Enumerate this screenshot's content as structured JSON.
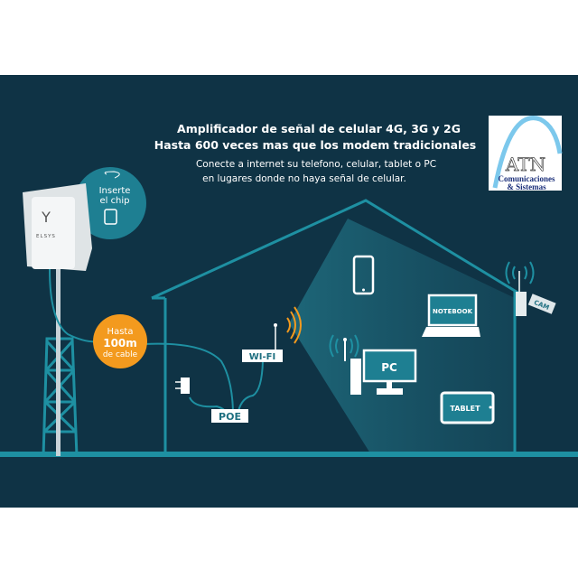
{
  "header": {
    "title_line1": "Amplificador de señal de celular 4G, 3G y 2G",
    "title_line2": "Hasta 600 veces mas que los modem tradicionales",
    "subtitle_line1": "Conecte a internet su telefono, celular, tablet o PC",
    "subtitle_line2": "en lugares donde no haya señal de celular."
  },
  "logo": {
    "name": "ATN",
    "line1": "Comunicaciones",
    "line2": "& Sistemas"
  },
  "device": {
    "brand": "ELSYS",
    "letter": "Y"
  },
  "chip": {
    "line1": "Inserte",
    "line2": "el chip"
  },
  "cable": {
    "line1": "Hasta",
    "line2": "100m",
    "line3": "de cable"
  },
  "labels": {
    "poe": "POE",
    "wifi": "WI-FI",
    "pc": "PC",
    "notebook": "NOTEBOOK",
    "tablet": "TABLET",
    "cam": "CAM"
  },
  "colors": {
    "background": "#0f3345",
    "teal": "#1e90a2",
    "orange": "#f39a1e",
    "white": "#ffffff"
  }
}
